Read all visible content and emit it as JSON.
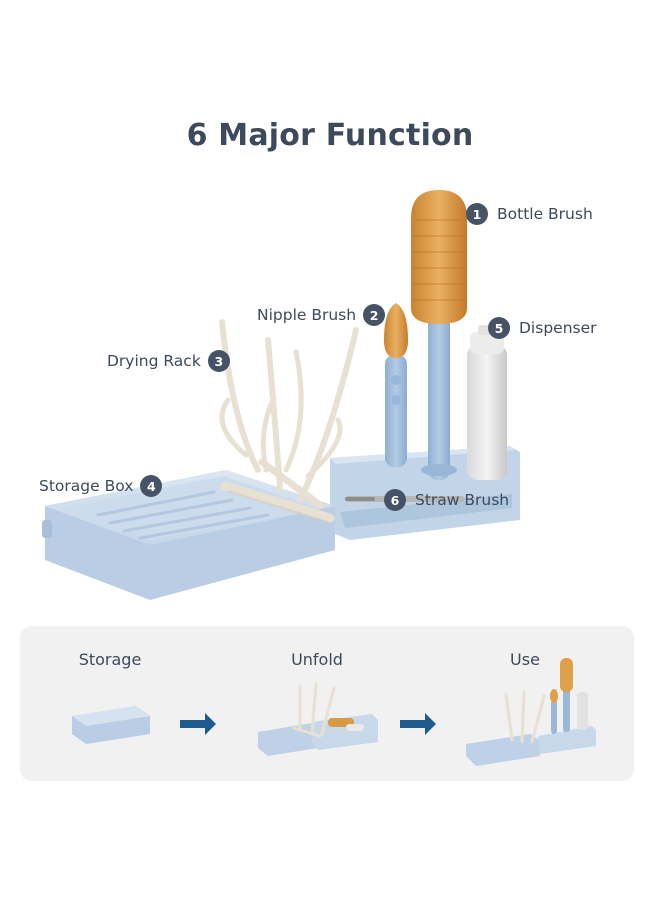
{
  "title": "6 Major Function",
  "components": [
    {
      "number": "1",
      "name": "Bottle Brush"
    },
    {
      "number": "2",
      "name": "Nipple Brush"
    },
    {
      "number": "3",
      "name": "Drying Rack"
    },
    {
      "number": "4",
      "name": "Storage Box"
    },
    {
      "number": "5",
      "name": "Dispenser"
    },
    {
      "number": "6",
      "name": "Straw Brush"
    }
  ],
  "steps": [
    {
      "label": "Storage"
    },
    {
      "label": "Unfold"
    },
    {
      "label": "Use"
    }
  ],
  "colors": {
    "text": "#3d4a5c",
    "badge": "#465366",
    "box_blue": "#c9daea",
    "brush_orange": "#e0a04a",
    "arrow_blue": "#1f5a8c",
    "panel_bg": "#f1f1f2"
  }
}
